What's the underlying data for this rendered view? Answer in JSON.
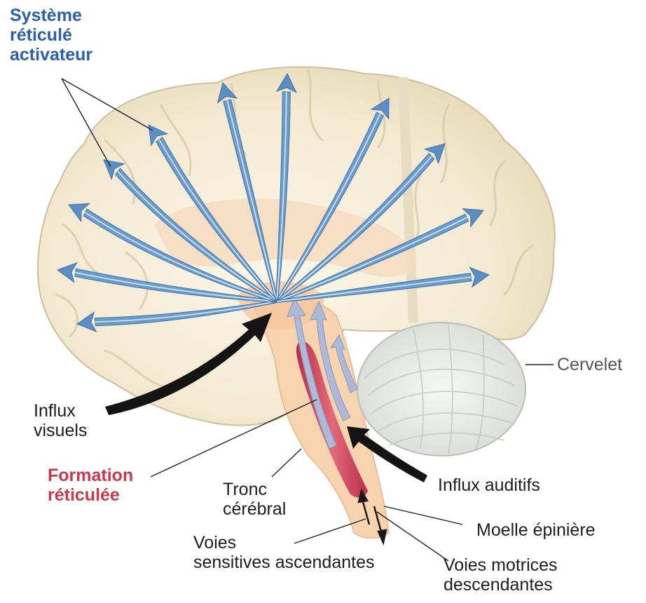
{
  "labels": {
    "activating_system": [
      "Système",
      "réticulé",
      "activateur"
    ],
    "cerebellum": "Cervelet",
    "visual_input": [
      "Influx",
      "visuels"
    ],
    "reticular_formation": [
      "Formation",
      "réticulée"
    ],
    "brainstem": [
      "Tronc",
      "cérébral"
    ],
    "auditory_input": "Influx auditifs",
    "spinal_cord": "Moelle épinière",
    "ascending_pathways": [
      "Voies",
      "sensitives ascendantes"
    ],
    "descending_pathways": [
      "Voies motrices",
      "descendantes"
    ]
  },
  "colors": {
    "activating_system": "#2b5fae",
    "reticular_formation": "#c8384f",
    "cerebrum": "#f6efdc",
    "cerebellum": "#e8ece8",
    "brainstem": "#f8d2ae",
    "arrow": "#6b9ccc",
    "input_arrow": "#111111"
  }
}
